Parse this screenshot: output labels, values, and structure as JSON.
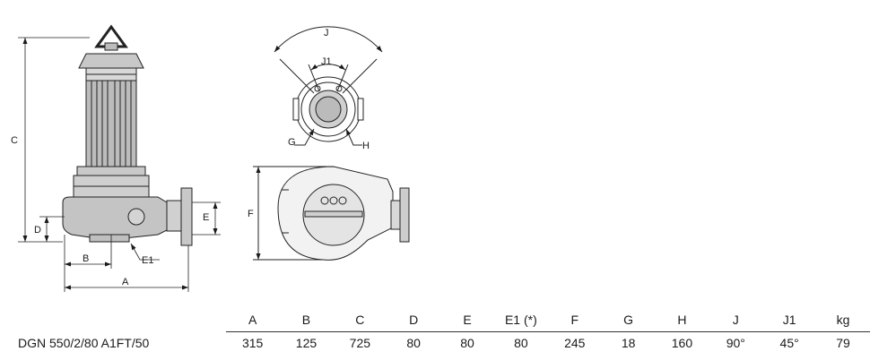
{
  "drawing": {
    "side_labels": {
      "A": "A",
      "B": "B",
      "C": "C",
      "D": "D",
      "E": "E",
      "E1": "E1"
    },
    "top_labels": {
      "J": "J",
      "J1": "J1",
      "G": "G",
      "H": "H"
    },
    "bottom_labels": {
      "F": "F"
    }
  },
  "specs": {
    "headers": [
      "A",
      "B",
      "C",
      "D",
      "E",
      "E1 (*)",
      "F",
      "G",
      "H",
      "J",
      "J1",
      "kg"
    ],
    "rows": [
      {
        "model": "DGN 550/2/80 A1FT/50",
        "values": [
          "315",
          "125",
          "725",
          "80",
          "80",
          "80",
          "245",
          "18",
          "160",
          "90°",
          "45°",
          "79"
        ]
      }
    ]
  }
}
